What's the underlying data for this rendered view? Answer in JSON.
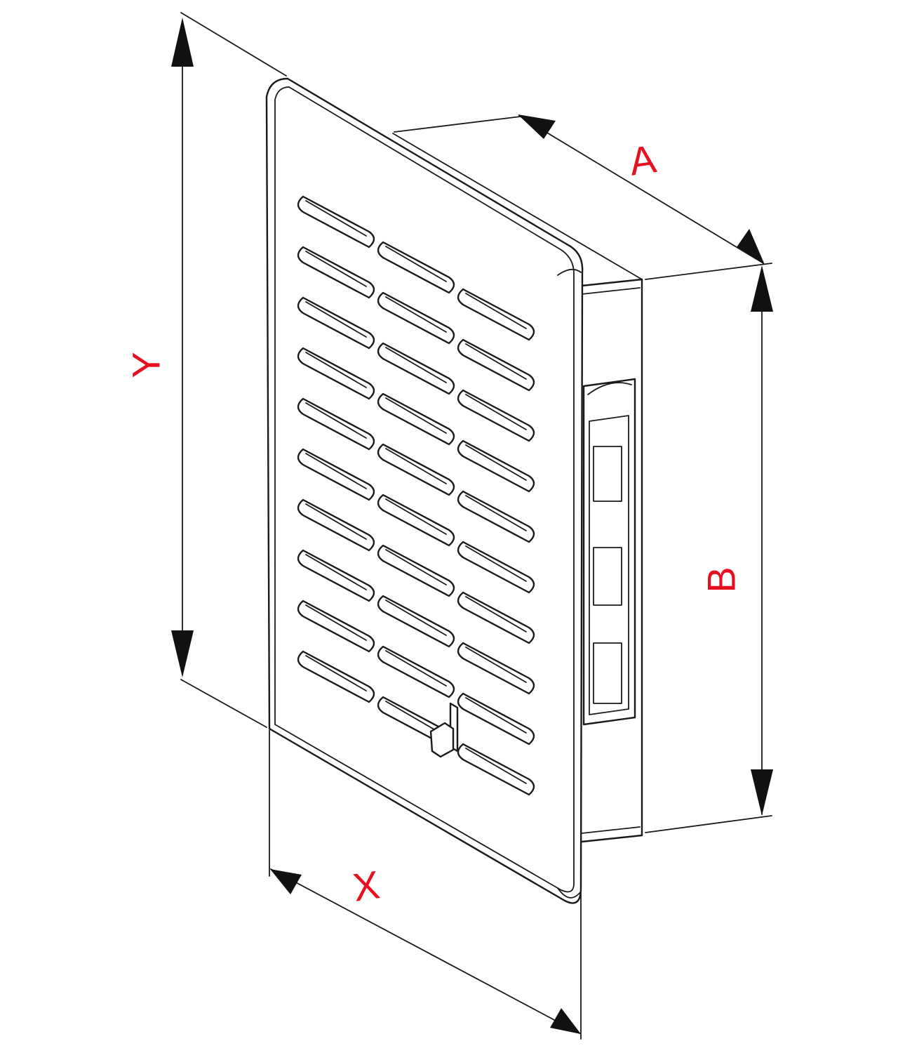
{
  "labels": {
    "y": "Y",
    "a": "A",
    "b": "B",
    "x": "X"
  },
  "label_color": "#e8101e",
  "line_color": "#1a1a1a",
  "slot_grid": {
    "columns": 3,
    "rows_per_column": [
      10,
      10,
      10
    ]
  }
}
